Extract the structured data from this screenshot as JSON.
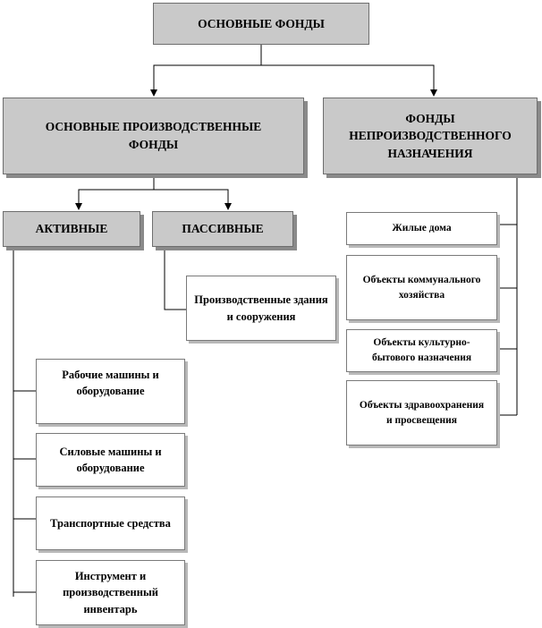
{
  "root": {
    "label": "ОСНОВНЫЕ ФОНДЫ"
  },
  "production_funds": {
    "label": "ОСНОВНЫЕ ПРОИЗВОДСТВЕННЫЕ ФОНДЫ"
  },
  "non_production_funds": {
    "label": "ФОНДЫ НЕПРОИЗВОДСТВЕННОГО НАЗНАЧЕНИЯ"
  },
  "active": {
    "label": "АКТИВНЫЕ"
  },
  "passive": {
    "label": "ПАССИВНЫЕ"
  },
  "passive_items": [
    {
      "label": "Производственные здания и сооружения"
    }
  ],
  "active_items": [
    {
      "label": "Рабочие машины и оборудование"
    },
    {
      "label": "Силовые машины и оборудование"
    },
    {
      "label": "Транспортные средства"
    },
    {
      "label": "Инструмент и производственный инвентарь"
    }
  ],
  "non_production_items": [
    {
      "label": "Жилые дома"
    },
    {
      "label": "Объекты коммунального хозяйства"
    },
    {
      "label": "Объекты культурно-бытового назначения"
    },
    {
      "label": "Объекты здравоохранения и просвещения"
    }
  ]
}
